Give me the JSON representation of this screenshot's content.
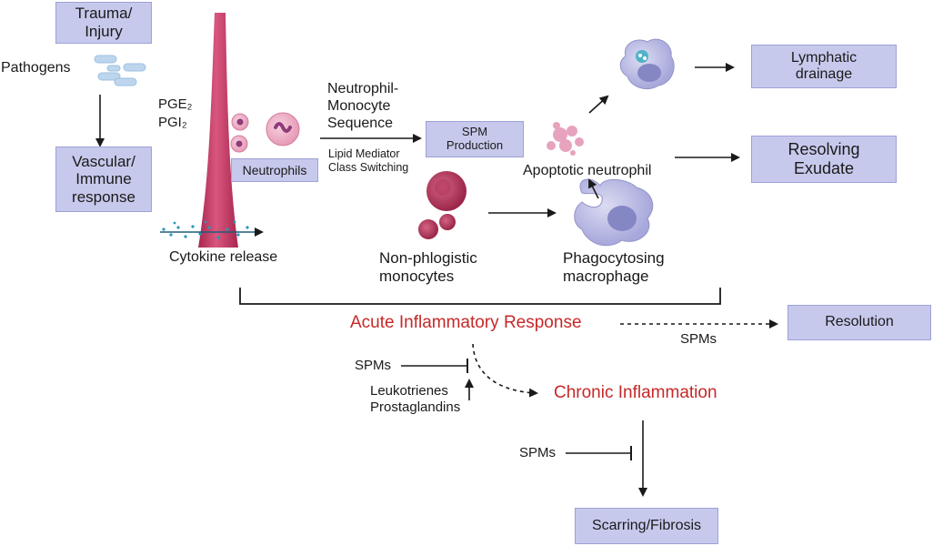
{
  "boxes": {
    "trauma": "Trauma/\nInjury",
    "vascular": "Vascular/\nImmune\nresponse",
    "neutrophils": "Neutrophils",
    "spm_production": "SPM\nProduction",
    "lymphatic": "Lymphatic\ndrainage",
    "resolving": "Resolving\nExudate",
    "resolution": "Resolution",
    "scarring": "Scarring/Fibrosis"
  },
  "labels": {
    "pathogens": "Pathogens",
    "pge2": "PGE₂",
    "pgi2": "PGI₂",
    "neutrophil_monocyte": "Neutrophil-\nMonocyte\nSequence",
    "lipid_mediator": "Lipid Mediator\nClass Switching",
    "cytokine": "Cytokine release",
    "apoptotic": "Apoptotic neutrophil",
    "non_phlogistic": "Non-phlogistic\nmonocytes",
    "phagocytosing": "Phagocytosing\nmacrophage",
    "acute": "Acute Inflammatory Response",
    "spms_resolution": "SPMs",
    "spms_left": "SPMs",
    "leukotrienes": "Leukotrienes\nProstaglandins",
    "chronic": "Chronic Inflammation",
    "spms_lower": "SPMs"
  },
  "colors": {
    "box_fill": "#c7c9ec",
    "box_border": "#9ea1d6",
    "vessel": "#c8416b",
    "highlight_red": "#c62828",
    "arrow": "#1a1a1a"
  }
}
